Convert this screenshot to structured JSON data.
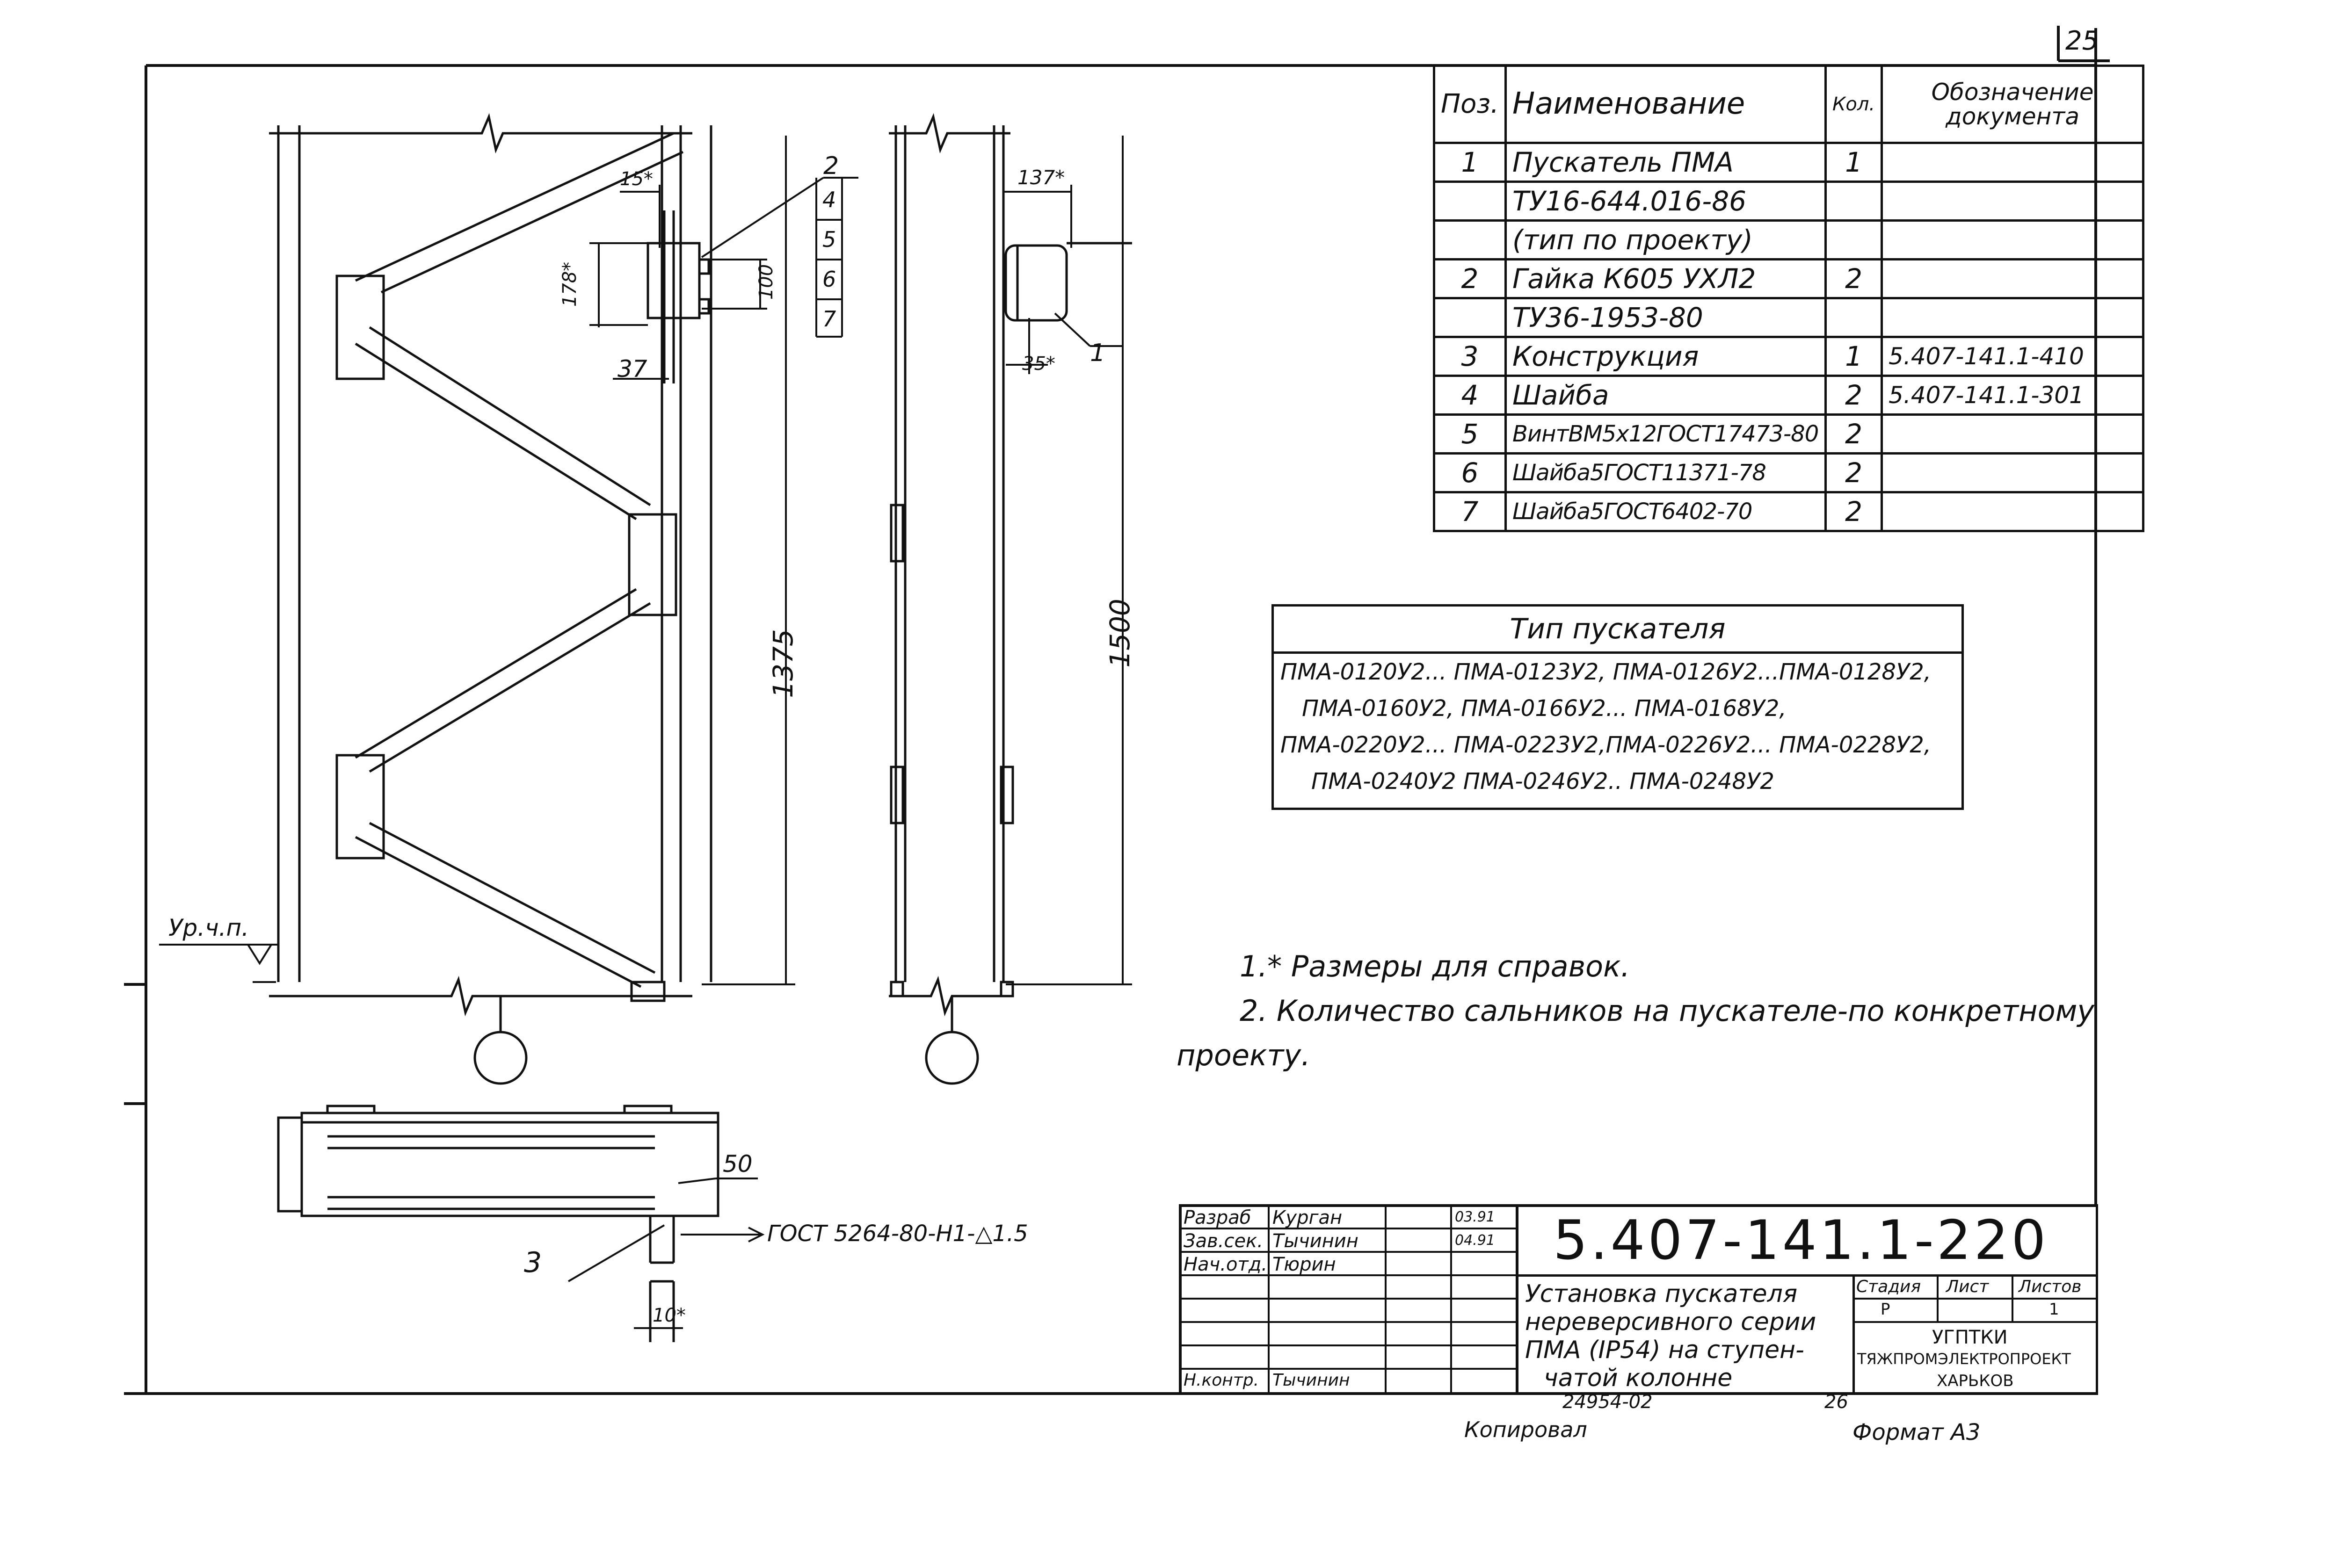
{
  "page_number": "25",
  "spec_table": {
    "headers": {
      "pos": "Поз.",
      "name": "Наименование",
      "qty": "Кол.",
      "doc": "Обозначение документа"
    },
    "rows": [
      {
        "pos": "1",
        "name": "Пускатель ПМА",
        "qty": "1",
        "doc": ""
      },
      {
        "pos": "",
        "name": "ТУ16-644.016-86",
        "qty": "",
        "doc": ""
      },
      {
        "pos": "",
        "name": "(тип по проекту)",
        "qty": "",
        "doc": ""
      },
      {
        "pos": "2",
        "name": "Гайка К605 УХЛ2",
        "qty": "2",
        "doc": ""
      },
      {
        "pos": "",
        "name": "ТУ36-1953-80",
        "qty": "",
        "doc": ""
      },
      {
        "pos": "3",
        "name": "Конструкция",
        "qty": "1",
        "doc": "5.407-141.1-410"
      },
      {
        "pos": "4",
        "name": "Шайба",
        "qty": "2",
        "doc": "5.407-141.1-301"
      },
      {
        "pos": "5",
        "name": "ВинтВМ5х12ГОСТ17473-80",
        "qty": "2",
        "doc": ""
      },
      {
        "pos": "6",
        "name": "Шайба5ГОСТ11371-78",
        "qty": "2",
        "doc": ""
      },
      {
        "pos": "7",
        "name": "Шайба5ГОСТ6402-70",
        "qty": "2",
        "doc": ""
      }
    ]
  },
  "starter_types": {
    "title": "Тип пускателя",
    "lines": [
      "ПМА-0120У2... ПМА-0123У2, ПМА-0126У2...ПМА-0128У2,",
      "ПМА-0160У2, ПМА-0166У2... ПМА-0168У2,",
      "ПМА-0220У2... ПМА-0223У2,ПМА-0226У2... ПМА-0228У2,",
      "ПМА-0240У2 ПМА-0246У2.. ПМА-0248У2"
    ]
  },
  "notes": [
    "1.* Размеры для справок.",
    "2. Количество сальников на пускателе-по конкретному",
    "проекту."
  ],
  "dimensions": {
    "d15": "15*",
    "d178": "178*",
    "d37": "37",
    "d100": "100",
    "d1375": "1375",
    "d137": "137*",
    "d35": "35*",
    "d1500": "1500",
    "d50": "50",
    "d10": "10*"
  },
  "callouts": {
    "c1": "1",
    "c2": "2",
    "c3": "3",
    "c4": "4",
    "c5": "5",
    "c6": "6",
    "c7": "7"
  },
  "level_mark": "Ур.ч.п.",
  "weld_note": "ГОСТ 5264-80-Н1-△1.5",
  "title_block": {
    "roles": [
      "Разраб",
      "Зав.сек.",
      "Нач.отд.",
      "Н.контр."
    ],
    "names": [
      "Курган",
      "Тычинин",
      "Тюрин",
      "Тычинин"
    ],
    "dates": [
      "03.91",
      "04.91",
      "",
      ""
    ],
    "code": "5.407-141.1-220",
    "title": [
      "Установка пускателя",
      "нереверсивного серии",
      "ПМА (IP54) на ступен-",
      "чатой колонне"
    ],
    "stage_label": "Стадия",
    "stage": "Р",
    "sheet_label": "Лист",
    "sheets_label": "Листов",
    "sheets": "1",
    "org": [
      "УГПТКИ",
      "ТЯЖПРОМЭЛЕКТРОПРОЕКТ",
      "ХАРЬКОВ"
    ]
  },
  "footer": {
    "inventory": "24954-02",
    "sheet_no": "26",
    "copied": "Копировал",
    "format": "Формат А3"
  }
}
